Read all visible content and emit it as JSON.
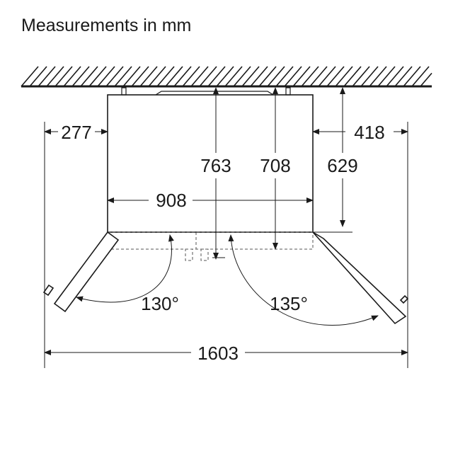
{
  "title": "Measurements in mm",
  "dimensions": {
    "left_clearance": "277",
    "right_clearance": "418",
    "depth_total": "763",
    "depth_body": "708",
    "depth_cabinet": "629",
    "width_body": "908",
    "width_doors_open": "1603",
    "angle_left_door": "130°",
    "angle_right_door": "135°"
  },
  "colors": {
    "line": "#1a1a1a",
    "dashed": "#555555",
    "background": "#ffffff"
  }
}
